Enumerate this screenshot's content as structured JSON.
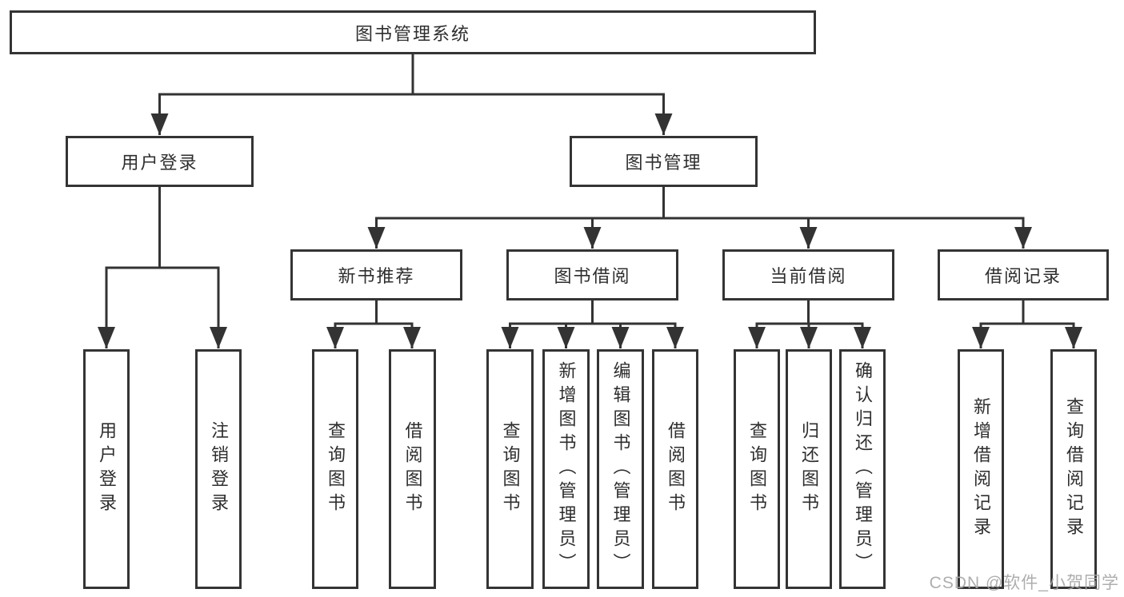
{
  "page": {
    "background": "#ffffff"
  },
  "colors": {
    "line": "#333333",
    "box_border": "#343434",
    "text": "#2e2e2e",
    "watermark": "#a5a5a5"
  },
  "tree": {
    "root": {
      "label": "图书管理系统",
      "children": [
        {
          "label": "用户登录",
          "children": [
            {
              "label": "用户登录"
            },
            {
              "label": "注销登录"
            }
          ]
        },
        {
          "label": "图书管理",
          "children": [
            {
              "label": "新书推荐",
              "children": [
                {
                  "label": "查询图书"
                },
                {
                  "label": "借阅图书"
                }
              ]
            },
            {
              "label": "图书借阅",
              "children": [
                {
                  "label": "查询图书"
                },
                {
                  "label": "新增图书（管理员）"
                },
                {
                  "label": "编辑图书（管理员）"
                },
                {
                  "label": "借阅图书"
                }
              ]
            },
            {
              "label": "当前借阅",
              "children": [
                {
                  "label": "查询图书"
                },
                {
                  "label": "归还图书"
                },
                {
                  "label": "确认归还（管理员）"
                }
              ]
            },
            {
              "label": "借阅记录",
              "children": [
                {
                  "label": "新增借阅记录"
                },
                {
                  "label": "查询借阅记录"
                }
              ]
            }
          ]
        }
      ]
    }
  },
  "watermark": {
    "text": "CSDN @软件_小贺同学"
  }
}
